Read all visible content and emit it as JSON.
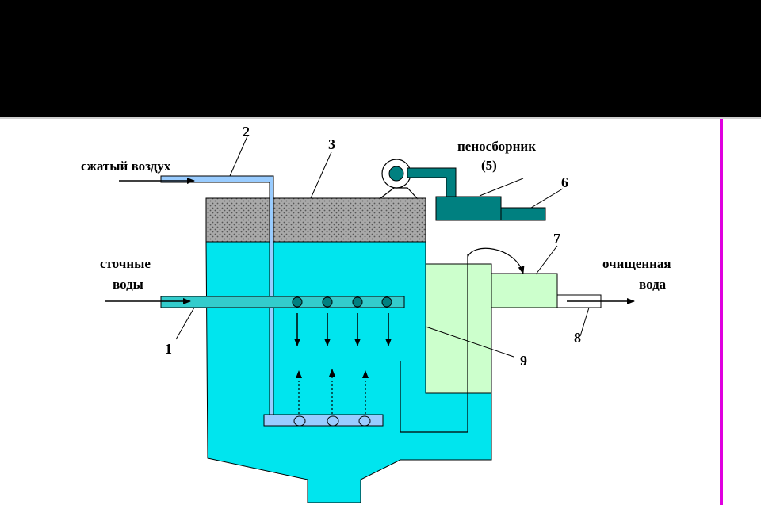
{
  "diagram": {
    "labels": {
      "compressed_air": "сжатый воздух",
      "wastewater_line1": "сточные",
      "wastewater_line2": "воды",
      "foam_collector_line1": "пеносборник",
      "foam_collector_line2": "(5)",
      "clean_water_line1": "очищенная",
      "clean_water_line2": "вода"
    },
    "numbers": {
      "n1": "1",
      "n2": "2",
      "n3": "3",
      "n6": "6",
      "n7": "7",
      "n8": "8",
      "n9": "9"
    },
    "colors": {
      "water": "#00e5ee",
      "foam": "#a9a9a9",
      "pipe_air": "#99ccff",
      "pipe_wastewater": "#33cccc",
      "collector": "#008080",
      "clarifier": "#ccffcc",
      "accent_line": "#e000e0"
    }
  }
}
